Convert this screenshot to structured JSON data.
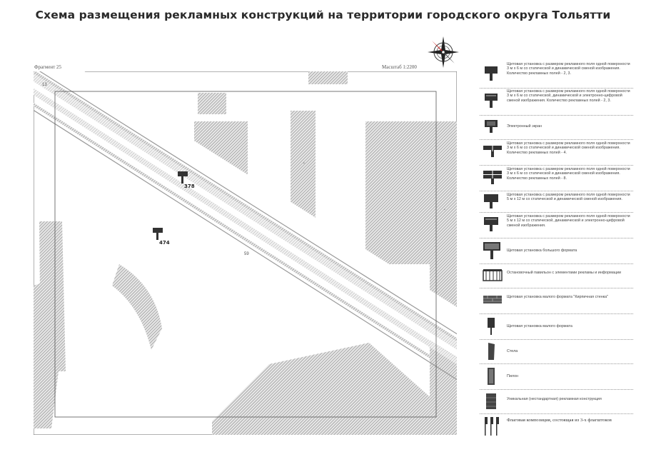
{
  "title": "Схема размещения рекламных конструкций на территории городского округа Тольятти",
  "map": {
    "fragment_label": "Фрагмент 25",
    "scale_label": "Масштаб 1:2200",
    "corner_label": "13",
    "zone_label_1": "59",
    "markers": [
      {
        "id": "378"
      },
      {
        "id": "474"
      }
    ]
  },
  "legend": {
    "items": [
      {
        "text": "Щитовая установка с размером рекламного поля одной поверхности 3 м х 6 м со статической и динамической сменой изображения. Количество рекламных полей - 2, 3.",
        "symbol": "billboard-3x6-icon"
      },
      {
        "text": "Щитовая установка с размером рекламного поля одной поверхности 3 м х 6 м со статической, динамической и электронно-цифровой сменой изображения. Количество рекламных полей - 2, 3.",
        "symbol": "billboard-3x6-digital-icon"
      },
      {
        "text": "Электронный экран",
        "symbol": "electronic-screen-icon"
      },
      {
        "text": "Щитовая установка с размером рекламного поля одной поверхности 3 м х 6 м со статической и динамической сменой изображения. Количество рекламных полей - 4.",
        "symbol": "billboard-4-fields-icon"
      },
      {
        "text": "Щитовая установка с размером рекламного поля одной поверхности 3 м х 6 м со статической и динамической сменой изображения. Количество рекламных полей - 8.",
        "symbol": "billboard-8-fields-icon"
      },
      {
        "text": "Щитовая установка с размером рекламного поля одной поверхности 5 м х 12 м со статической и динамической сменой изображения.",
        "symbol": "billboard-5x12-icon"
      },
      {
        "text": "Щитовая установка с размером рекламного поля одной поверхности 5 м х 12 м со статической, динамической и электронно-цифровой сменой изображения.",
        "symbol": "billboard-5x12-digital-icon"
      },
      {
        "text": "Щитовая установка большого формата",
        "symbol": "large-format-billboard-icon"
      },
      {
        "text": "Остановочный павильон с элементами рекламы и информации",
        "symbol": "bus-stop-pavilion-icon"
      },
      {
        "text": "Щитовая установка малого формата \"Кирпичная стенка\"",
        "symbol": "brick-wall-sign-icon"
      },
      {
        "text": "Щитовая установка малого формата",
        "symbol": "small-format-sign-icon"
      },
      {
        "text": "Стела",
        "symbol": "stele-icon"
      },
      {
        "text": "Пилон",
        "symbol": "pylon-icon"
      },
      {
        "text": "Уникальная (нестандартная) рекламная конструкция",
        "symbol": "unique-construction-icon"
      },
      {
        "text": "Флаговая композиция, состоящая из 3-х флагштоков",
        "symbol": "flag-composition-icon"
      }
    ]
  },
  "colors": {
    "hatch": "#9a9a9a",
    "road": "#b8b8b8",
    "ink": "#333333"
  }
}
